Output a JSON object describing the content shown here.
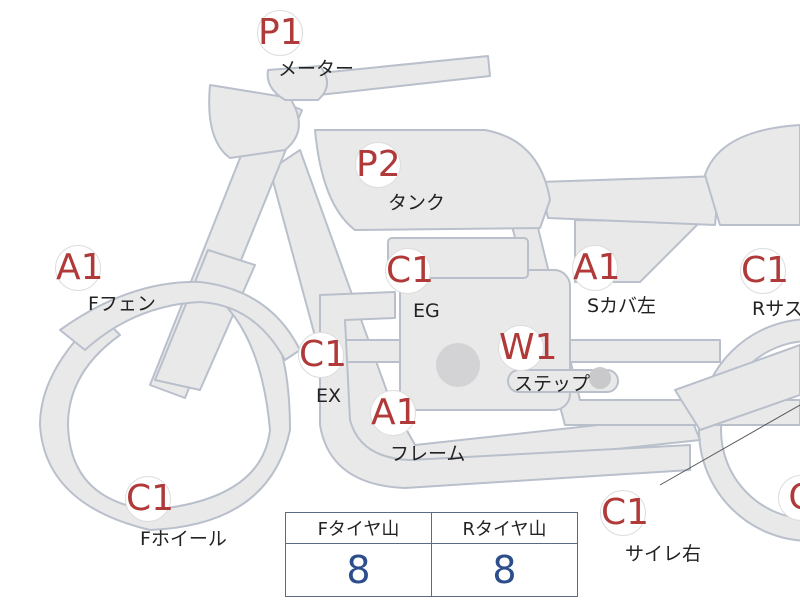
{
  "parts": [
    {
      "id": "meter",
      "grade": "P1",
      "label": "メーター"
    },
    {
      "id": "tank",
      "grade": "P2",
      "label": "タンク"
    },
    {
      "id": "f-fender",
      "grade": "A1",
      "label": "Fフェン"
    },
    {
      "id": "engine",
      "grade": "C1",
      "label": "EG"
    },
    {
      "id": "s-cover-left",
      "grade": "A1",
      "label": "Sカバ左"
    },
    {
      "id": "r-sus",
      "grade": "C1",
      "label": "Rサス"
    },
    {
      "id": "exhaust",
      "grade": "C1",
      "label": "EX"
    },
    {
      "id": "step",
      "grade": "W1",
      "label": "ステップ"
    },
    {
      "id": "frame",
      "grade": "A1",
      "label": "フレーム"
    },
    {
      "id": "f-wheel",
      "grade": "C1",
      "label": "Fホイール"
    },
    {
      "id": "silencer-right",
      "grade": "C1",
      "label": "サイレ右"
    },
    {
      "id": "r-wheel",
      "grade": "C",
      "label": ""
    }
  ],
  "tire_table": {
    "headers": [
      "Fタイヤ山",
      "Rタイヤ山"
    ],
    "values": [
      "8",
      "8"
    ]
  },
  "colors": {
    "grade_text": "#b03a3a",
    "tire_value": "#2c4f8c",
    "part_fill": "#e9e9e9",
    "part_stroke": "#b9c0cb"
  }
}
